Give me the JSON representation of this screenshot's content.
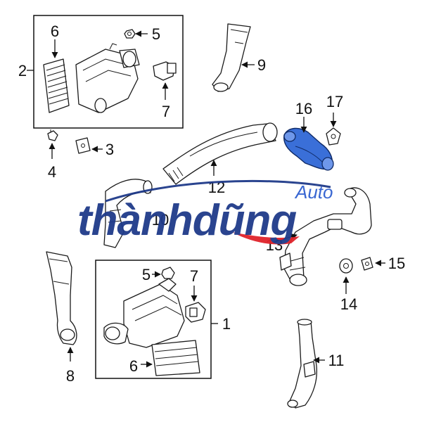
{
  "diagram": {
    "callouts": {
      "c1": "1",
      "c2": "2",
      "c3": "3",
      "c4": "4",
      "c5a": "5",
      "c5b": "5",
      "c6a": "6",
      "c6b": "6",
      "c7a": "7",
      "c7b": "7",
      "c8": "8",
      "c9": "9",
      "c10": "10",
      "c11": "11",
      "c12": "12",
      "c13": "13",
      "c14": "14",
      "c15": "15",
      "c16": "16",
      "c17": "17"
    },
    "highlight_color": "#3a6fd8"
  },
  "watermark": {
    "brand": "thànhdũng",
    "auto": "Auto",
    "primary_color": "#1f3a8a",
    "accent_color": "#e0232b"
  }
}
